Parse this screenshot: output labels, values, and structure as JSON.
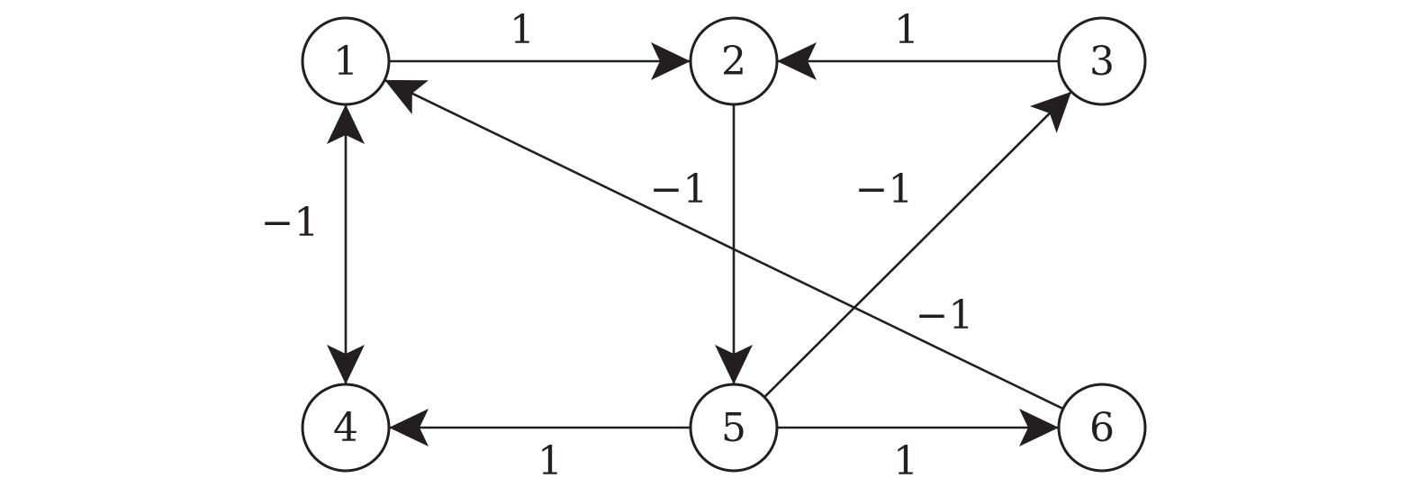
{
  "nodes": [
    {
      "id": "1",
      "label": "1"
    },
    {
      "id": "2",
      "label": "2"
    },
    {
      "id": "3",
      "label": "3"
    },
    {
      "id": "4",
      "label": "4"
    },
    {
      "id": "5",
      "label": "5"
    },
    {
      "id": "6",
      "label": "6"
    }
  ],
  "edges": [
    {
      "from": "1",
      "to": "2",
      "weight": "1",
      "bidirectional": false
    },
    {
      "from": "3",
      "to": "2",
      "weight": "1",
      "bidirectional": false
    },
    {
      "from": "2",
      "to": "5",
      "weight": "−1",
      "bidirectional": false
    },
    {
      "from": "5",
      "to": "3",
      "weight": "−1",
      "bidirectional": false
    },
    {
      "from": "6",
      "to": "1",
      "weight": "−1",
      "bidirectional": false
    },
    {
      "from": "1",
      "to": "4",
      "weight": "−1",
      "bidirectional": true
    },
    {
      "from": "5",
      "to": "4",
      "weight": "1",
      "bidirectional": false
    },
    {
      "from": "5",
      "to": "6",
      "weight": "1",
      "bidirectional": false
    }
  ],
  "colors": {
    "ink": "#231f20",
    "background": "#ffffff"
  }
}
